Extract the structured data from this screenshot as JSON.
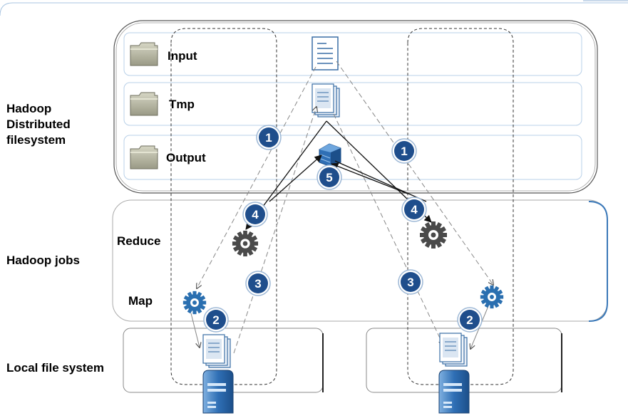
{
  "layers": {
    "hdfs": [
      "Hadoop",
      "Distributed",
      "filesystem"
    ],
    "jobs": "Hadoop jobs",
    "local": "Local file system"
  },
  "folders": {
    "input": "Input",
    "tmp": "Tmp",
    "output": "Output"
  },
  "phases": {
    "reduce": "Reduce",
    "map": "Map"
  },
  "steps": {
    "left_1": "1",
    "left_2": "2",
    "left_3": "3",
    "left_4": "4",
    "center_5": "5",
    "right_1": "1",
    "right_2": "2",
    "right_3": "3",
    "right_4": "4"
  },
  "icons": {
    "folder": "folder-icon",
    "document": "document-icon",
    "document_stack": "document-stack-icon",
    "database": "database-icon",
    "gear": "gear-icon",
    "server": "server-icon"
  },
  "colors": {
    "step_circle": "#1f4e8c",
    "gear_map": "#2a6fb0",
    "gear_reduce": "#555555",
    "server": "#3a78b8",
    "folder": "#b5b5a0"
  }
}
